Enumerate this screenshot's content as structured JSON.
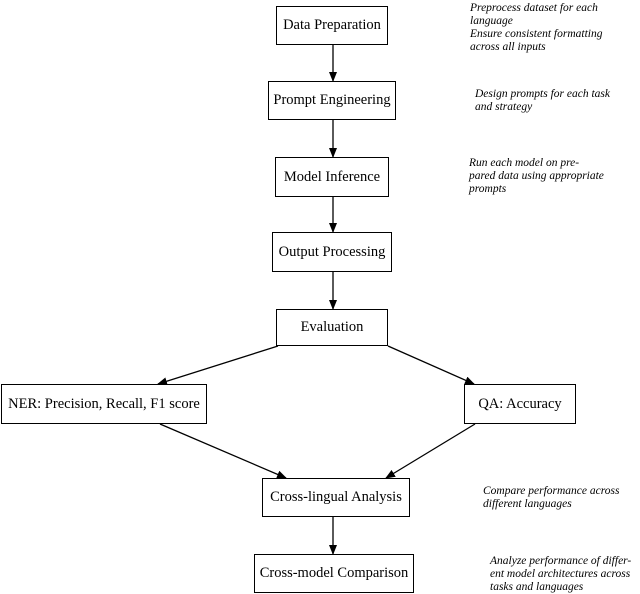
{
  "nodes": {
    "data_preparation": "Data Preparation",
    "prompt_engineering": "Prompt Engineering",
    "model_inference": "Model Inference",
    "output_processing": "Output Processing",
    "evaluation": "Evaluation",
    "ner": "NER: Precision, Recall, F1 score",
    "qa": "QA: Accuracy",
    "cross_lingual": "Cross-lingual Analysis",
    "cross_model": "Cross-model Comparison"
  },
  "notes": {
    "data_preparation": [
      "Preprocess dataset for each",
      "language",
      "Ensure consistent formatting",
      "across all inputs"
    ],
    "prompt_engineering": [
      "Design prompts for each task",
      "and strategy"
    ],
    "model_inference": [
      "Run each model on pre-",
      "pared data using appropriate",
      "prompts"
    ],
    "cross_lingual": [
      "Compare performance across",
      "different languages"
    ],
    "cross_model": [
      "Analyze performance of differ-",
      "ent model architectures across",
      "tasks and languages"
    ]
  }
}
